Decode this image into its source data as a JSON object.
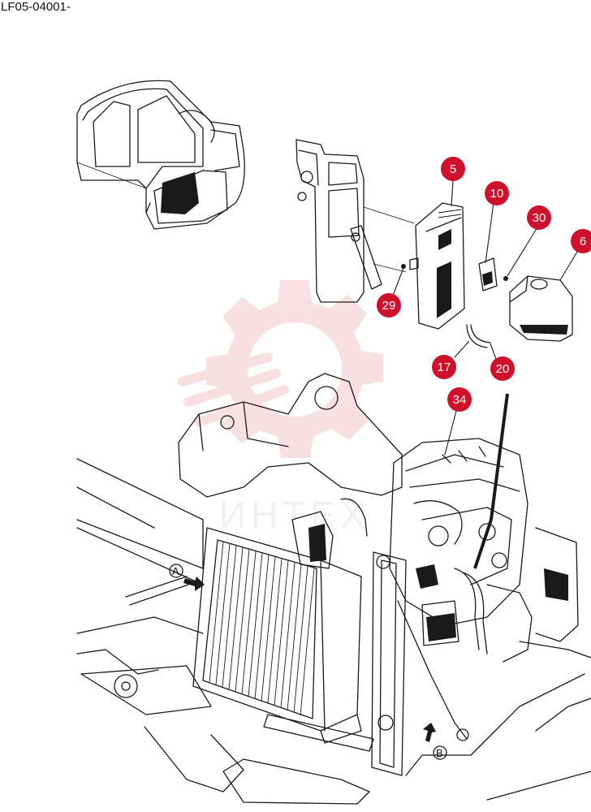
{
  "document": {
    "code": "LF05-04001-"
  },
  "callouts": [
    {
      "label": "5"
    },
    {
      "label": "10"
    },
    {
      "label": "30"
    },
    {
      "label": "6"
    },
    {
      "label": "29"
    },
    {
      "label": "17"
    },
    {
      "label": "20"
    },
    {
      "label": "34"
    }
  ],
  "views": [
    {
      "label": "A"
    },
    {
      "label": "B"
    }
  ],
  "watermark": {
    "brand_color": "#d0112b"
  },
  "icons": [
    "gear-logo-watermark",
    "view-arrow-icon"
  ]
}
